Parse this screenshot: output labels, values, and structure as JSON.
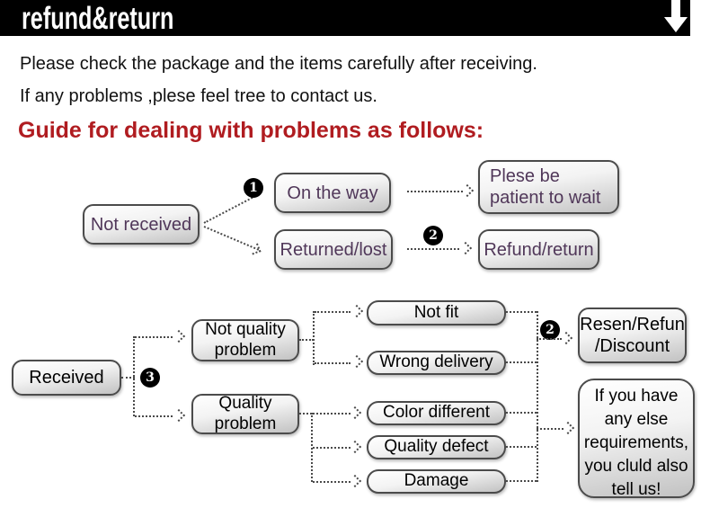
{
  "header": {
    "title": "refund&return",
    "arrow_icon": "down-arrow"
  },
  "intro": {
    "line1": "Please check the package and the items carefully after receiving.",
    "line2": "If any problems ,plese feel tree to contact us."
  },
  "guide_heading": "Guide for dealing with problems as follows:",
  "colors": {
    "header_bg": "#000000",
    "heading_red": "#b01c20",
    "flow1_text_purple": "#503759",
    "flow2_text_black": "#000000",
    "box_border": "#4b4b4b",
    "box_gradient_top": "#ffffff",
    "box_gradient_bottom": "#c2c2c2"
  },
  "flow1": {
    "not_received": "Not received",
    "badge1": "1",
    "on_the_way": "On the way",
    "returned_lost": "Returned/lost",
    "badge2": "2",
    "patient_wait": "Plese be\npatient to wait",
    "refund_return": "Refund/return"
  },
  "flow2": {
    "received": "Received",
    "badge3": "3",
    "not_quality_problem": "Not quality\nproblem",
    "quality_problem": "Quality\nproblem",
    "not_fit": "Not fit",
    "wrong_delivery": "Wrong delivery",
    "color_different": "Color different",
    "quality_defect": "Quality defect",
    "damage": "Damage",
    "badge2": "2",
    "resen_refund_discount": "Resen/Refun\n/Discount",
    "note": "If you have\nany else\nrequirements,\nyou cluld also\ntell us!"
  }
}
